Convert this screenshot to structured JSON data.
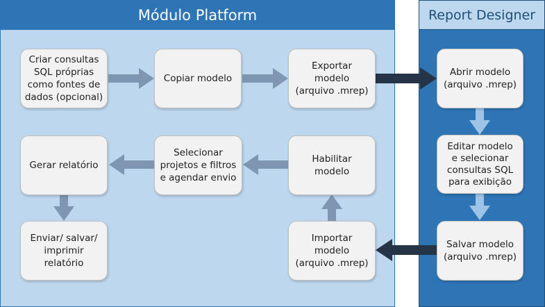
{
  "colors": {
    "platform_bg": "#bdd7ee",
    "platform_header": "#2e75b6",
    "designer_bg": "#2e75b6",
    "designer_header": "#bdd7ee",
    "designer_header_text": "#1f4e79",
    "arrow_gray": "#7f96b2",
    "arrow_dark": "#253447",
    "arrow_light": "#9dc3e6",
    "box_fill": "#f2f2f2"
  },
  "platform": {
    "title": "Módulo Platform"
  },
  "designer": {
    "title": "Report Designer"
  },
  "steps": {
    "criar": "Criar consultas\nSQL próprias\ncomo fontes de\ndados (opcional)",
    "copiar": "Copiar modelo",
    "exportar": "Exportar\nmodelo\n(arquivo .mrep)",
    "gerar": "Gerar relatório",
    "selecionar": "Selecionar\nprojetos e filtros\ne agendar envio",
    "habilitar": "Habilitar\nmodelo",
    "enviar": "Enviar/ salvar/\nimprimir\nrelatório",
    "importar": "Importar\nmodelo\n(arquivo .mrep)",
    "abrir": "Abrir modelo\n(arquivo .mrep)",
    "editar": "Editar modelo\ne selecionar\nconsultas SQL\npara exibição",
    "salvar": "Salvar modelo\n(arquivo .mrep)"
  }
}
